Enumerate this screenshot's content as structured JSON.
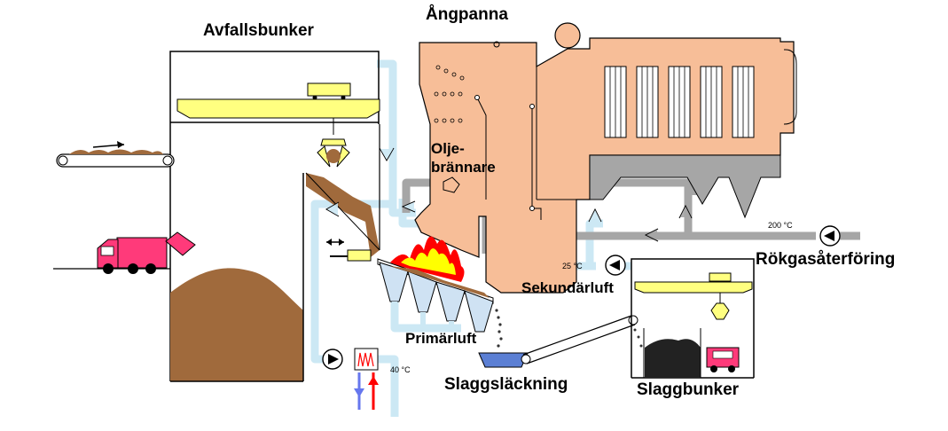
{
  "labels": {
    "avfallsbunker": "Avfallsbunker",
    "angpanna": "Ångpanna",
    "olje": "Olje-",
    "brannare": "brännare",
    "sekundarluft": "Sekundärluft",
    "primarluft": "Primärluft",
    "slaggslackning": "Slaggsläckning",
    "slaggbunker": "Slaggbunker",
    "rokgasaterforing": "Rökgasåterföring",
    "temp_200": "200 °C",
    "temp_25": "25 °C",
    "temp_40": "40 °C"
  },
  "colors": {
    "air_duct": "#cce8f4",
    "air_arrow": "#9fd0e8",
    "flue_gas_duct": "#a6a6a6",
    "boiler": "#f7be98",
    "waste": "#a06a3c",
    "crane": "#ffff80",
    "flame_red": "#ff0000",
    "flame_yellow": "#ffff00",
    "truck_body": "#ff3a7a",
    "water": "#5b7fd4",
    "cold_arrow": "#6677ee",
    "hot_arrow": "#ff0000",
    "hopper": "#cfe2f3",
    "slag": "#222222"
  }
}
